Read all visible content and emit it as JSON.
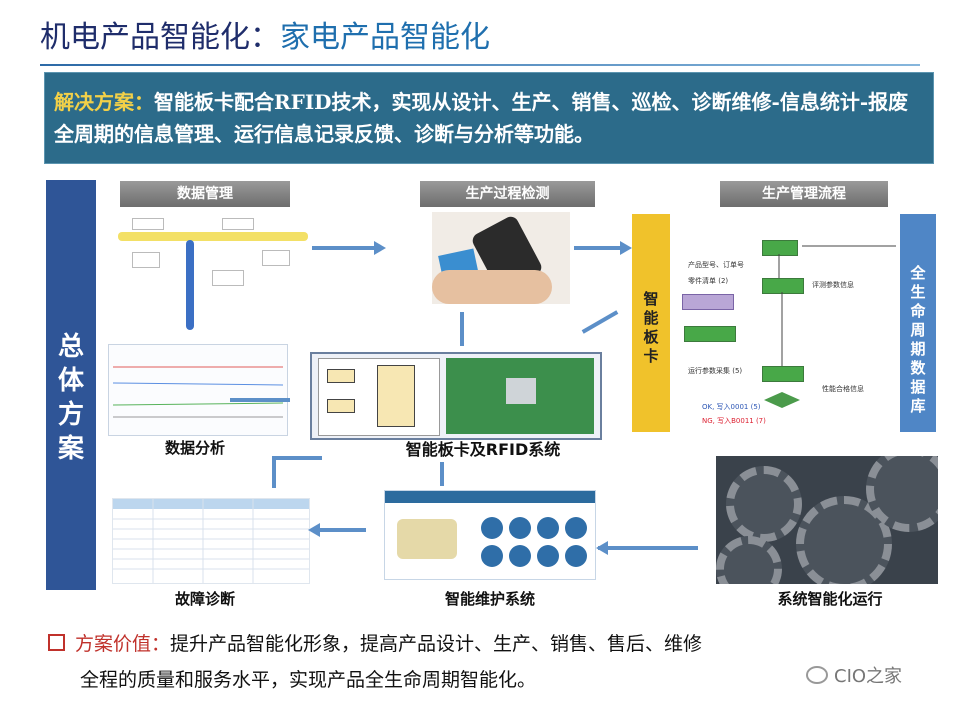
{
  "title": {
    "main": "机电产品智能化：",
    "sub": "家电产品智能化"
  },
  "solution": {
    "label": "解决方案：",
    "text": "智能板卡配合RFID技术，实现从设计、生产、销售、巡检、诊断维修-信息统计-报废全周期的信息管理、运行信息记录反馈、诊断与分析等功能。"
  },
  "overall": {
    "label": "总体方案"
  },
  "headers": {
    "data_mgmt": "数据管理",
    "prod_detect": "生产过程检测",
    "prod_flow": "生产管理流程"
  },
  "captions": {
    "data_analysis": "数据分析",
    "card_rfid": "智能板卡及RFID系统",
    "fault_diag": "故障诊断",
    "maint_sys": "智能维护系统",
    "sys_run": "系统智能化运行"
  },
  "flow": {
    "smart_card_label": "智能板卡",
    "database_label": "全生命周期数据库",
    "notes": [
      "产品型号、订单号",
      "零件清单 (2)",
      "评测参数信息",
      "运行参数采集 (5)",
      "性能合格信息",
      "OK, 写入0001 (5)",
      "NG, 写入B0011 (7)"
    ]
  },
  "value": {
    "label": "方案价值：",
    "line1": "提升产品智能化形象，提高产品设计、生产、销售、售后、维修",
    "line2": "全程的质量和服务水平，实现产品全生命周期智能化。"
  },
  "watermark": {
    "brand": "CIO之家"
  },
  "colors": {
    "title": "#1f2d6b",
    "solution_bg": "#2c6b8a",
    "solution_label": "#f2d048",
    "overall_bar": "#2f5597",
    "value_label": "#c0312b"
  }
}
